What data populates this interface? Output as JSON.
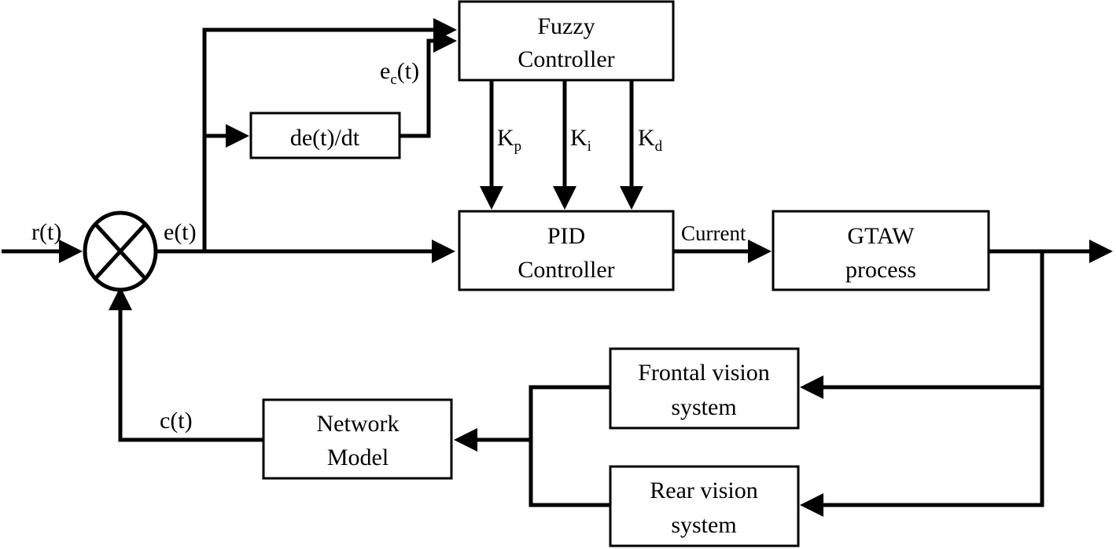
{
  "diagram": {
    "type": "block-diagram",
    "blocks": {
      "fuzzy": {
        "line1": "Fuzzy",
        "line2": "Controller"
      },
      "deriv": {
        "label": "de(t)/dt"
      },
      "pid": {
        "line1": "PID",
        "line2": "Controller"
      },
      "gtaw": {
        "line1": "GTAW",
        "line2": "process"
      },
      "frontal": {
        "line1": "Frontal vision",
        "line2": "system"
      },
      "rear": {
        "line1": "Rear vision",
        "line2": "system"
      },
      "network": {
        "line1": "Network",
        "line2": "Model"
      }
    },
    "signals": {
      "r": "r(t)",
      "e": "e(t)",
      "ec_main": "e",
      "ec_sub": "c",
      "ec_tail": "(t)",
      "c": "c(t)",
      "current": "Current",
      "kp_main": "K",
      "kp_sub": "p",
      "ki_main": "K",
      "ki_sub": "i",
      "kd_main": "K",
      "kd_sub": "d"
    }
  }
}
